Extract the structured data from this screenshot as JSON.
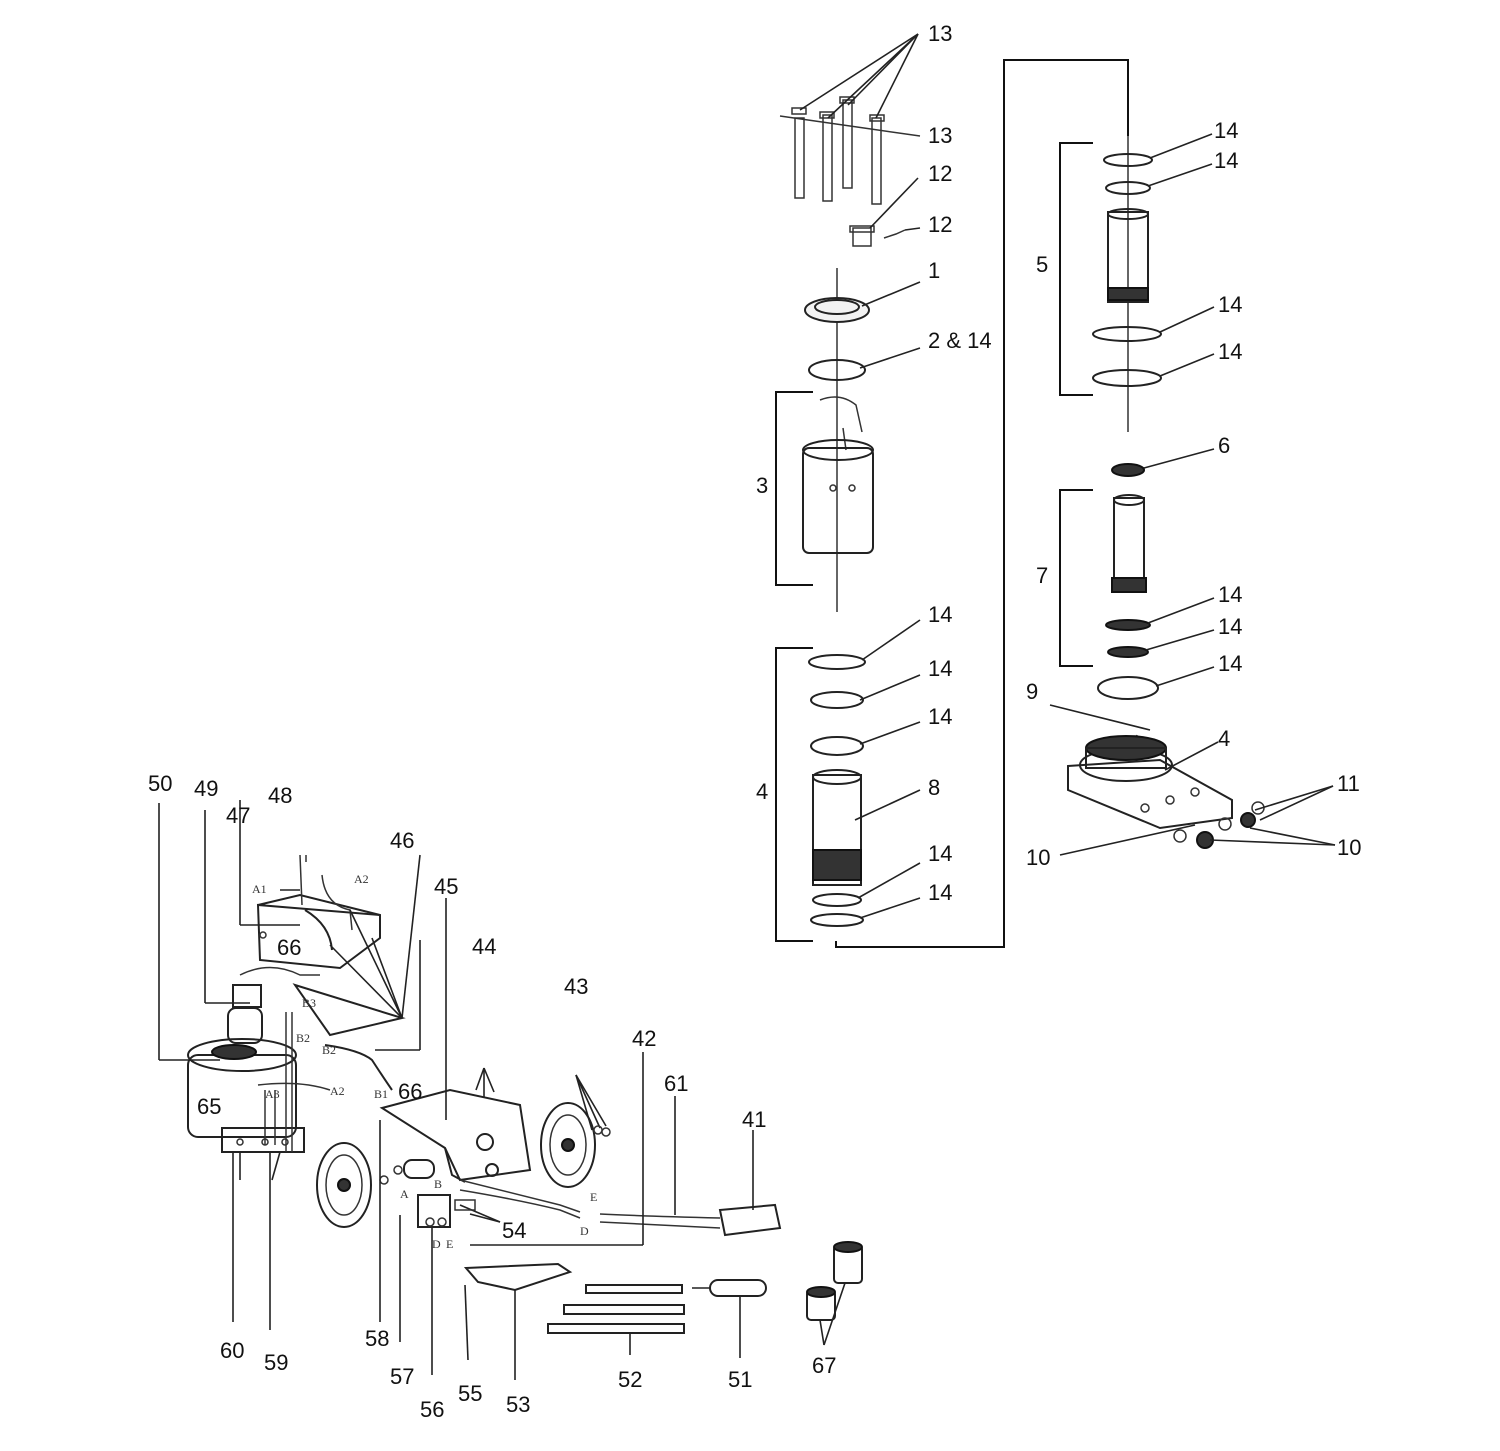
{
  "callouts": {
    "c13a": "13",
    "c13b": "13",
    "c12a": "12",
    "c12b": "12",
    "c1": "1",
    "c2_14": "2 & 14",
    "c3": "3",
    "c14_1": "14",
    "c14_2": "14",
    "c14_3": "14",
    "c8": "8",
    "c14_4": "14",
    "c14_5": "14",
    "c4a": "4",
    "c5": "5",
    "c14_6": "14",
    "c14_7": "14",
    "c14_8": "14",
    "c14_9": "14",
    "c6": "6",
    "c7": "7",
    "c14_10": "14",
    "c14_11": "14",
    "c14_12": "14",
    "c9": "9",
    "c4b": "4",
    "c11": "11",
    "c10a": "10",
    "c10b": "10",
    "c50": "50",
    "c49": "49",
    "c48": "48",
    "c47": "47",
    "c46": "46",
    "c45": "45",
    "c44": "44",
    "c43": "43",
    "c42": "42",
    "c61": "61",
    "c41": "41",
    "c66a": "66",
    "c66b": "66",
    "c65": "65",
    "c60": "60",
    "c59": "59",
    "c58": "58",
    "c57": "57",
    "c56": "56",
    "c55": "55",
    "c54": "54",
    "c53": "53",
    "c52": "52",
    "c51": "51",
    "c67": "67"
  },
  "hose_labels": {
    "a1": "A1",
    "a2_top": "A2",
    "a2_bottom": "A2",
    "a3": "A3",
    "b1": "B1",
    "b2_a": "B2",
    "b2_b": "B2",
    "b3": "B3",
    "e_top": "E",
    "d": "D",
    "a_valve": "A",
    "b_valve": "B",
    "d_valve": "D",
    "e_valve": "E"
  }
}
